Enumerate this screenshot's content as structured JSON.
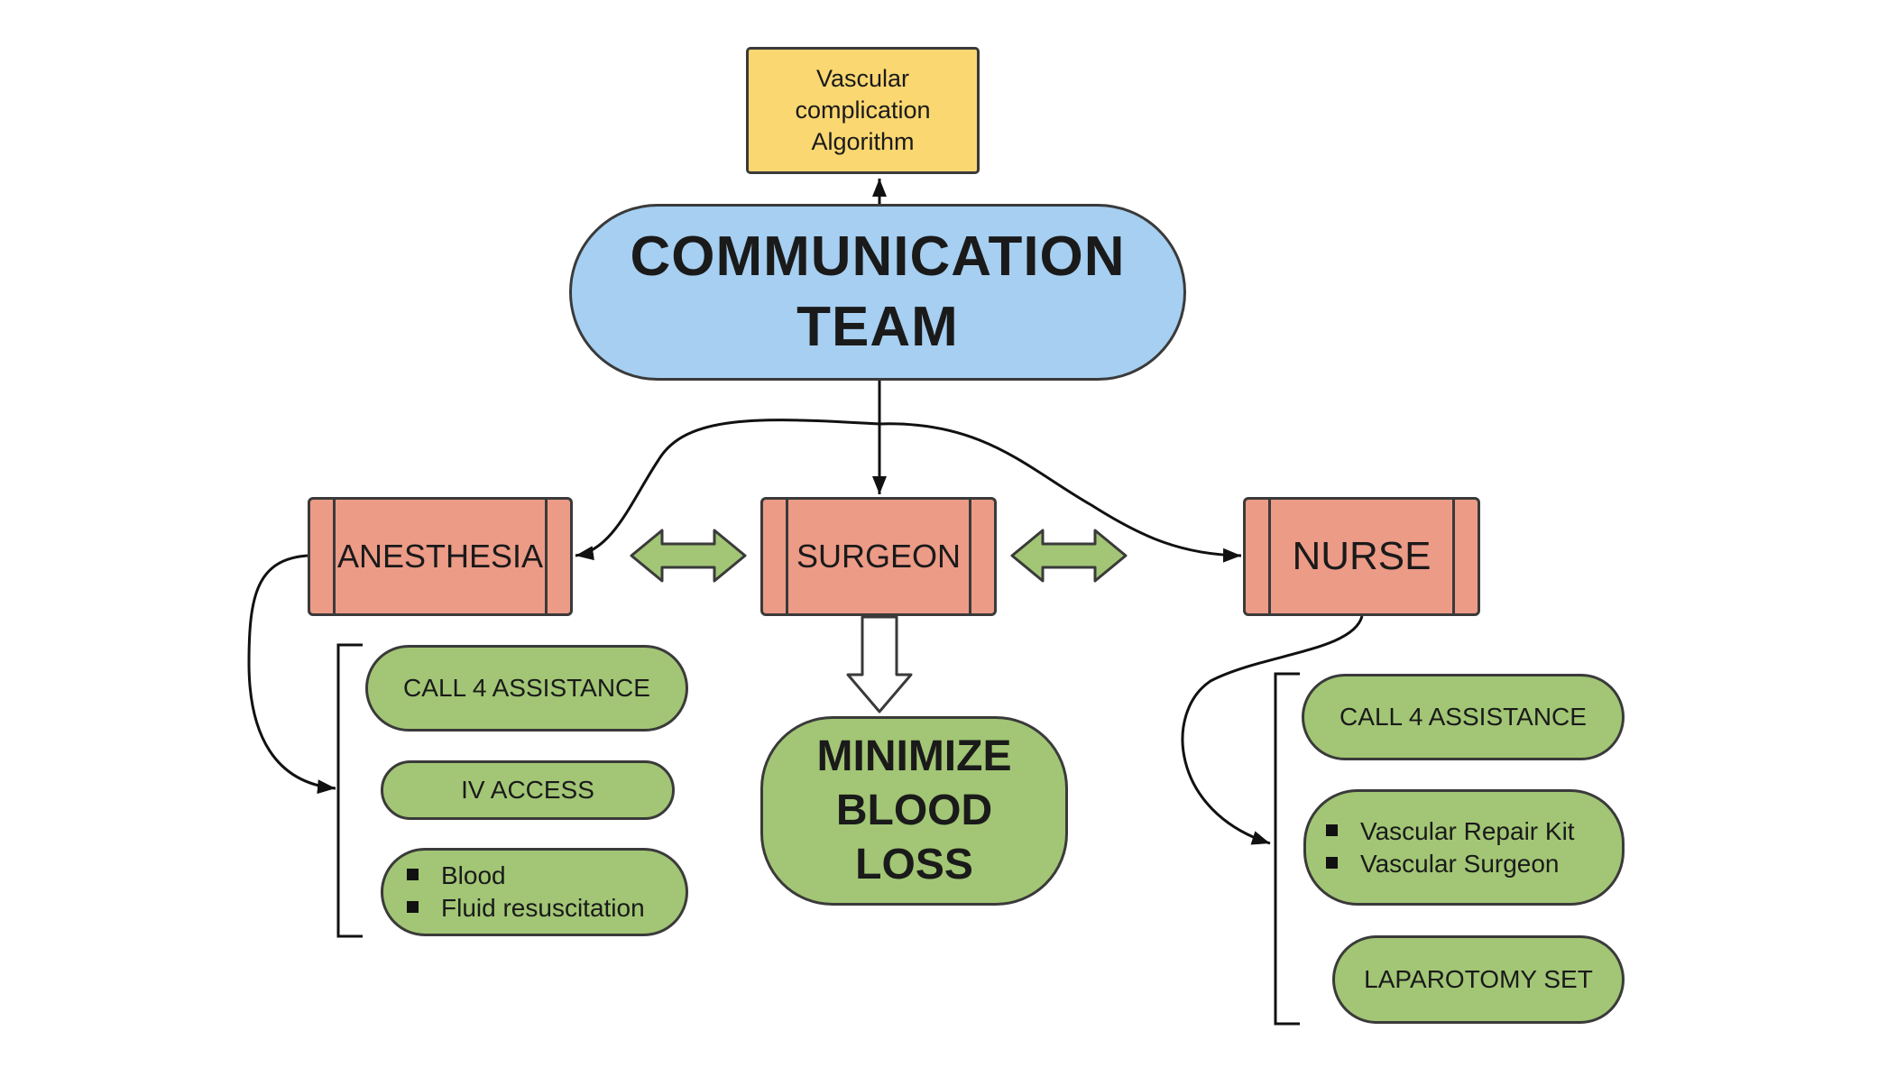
{
  "algorithm_box": {
    "lines": [
      "Vascular",
      "complication",
      "Algorithm"
    ]
  },
  "center": {
    "title": "COMMUNICATION TEAM"
  },
  "roles": {
    "anesthesia": "ANESTHESIA",
    "surgeon": "SURGEON",
    "nurse": "NURSE"
  },
  "anesthesia_tasks": {
    "call": "CALL 4 ASSISTANCE",
    "iv": "IV ACCESS",
    "bullets": [
      "Blood",
      "Fluid resuscitation"
    ]
  },
  "surgeon_goal": "MINIMIZE BLOOD LOSS",
  "nurse_tasks": {
    "call": "CALL 4 ASSISTANCE",
    "bullets": [
      "Vascular Repair Kit",
      "Vascular Surgeon"
    ],
    "laparotomy": "LAPAROTOMY SET"
  },
  "colors": {
    "algorithm": "#fad771",
    "communication": "#a6cff1",
    "role": "#ec9b87",
    "task": "#a2c675",
    "outline": "#3a3a3a"
  }
}
